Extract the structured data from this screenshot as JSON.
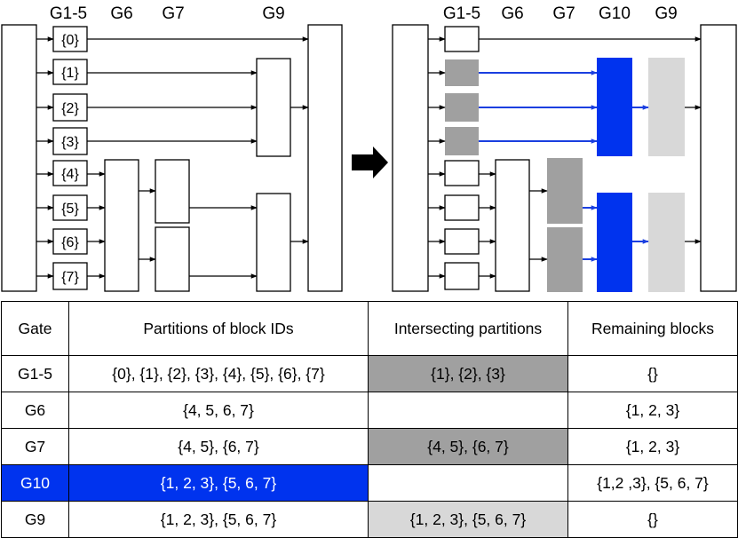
{
  "left_diagram": {
    "headers": [
      "G1-5",
      "G6",
      "G7",
      "G9"
    ],
    "blocks": [
      "{0}",
      "{1}",
      "{2}",
      "{3}",
      "{4}",
      "{5}",
      "{6}",
      "{7}"
    ]
  },
  "right_diagram": {
    "headers": [
      "G1-5",
      "G6",
      "G7",
      "G10",
      "G9"
    ]
  },
  "colors": {
    "intersect_gray": "#a0a0a0",
    "g10_blue": "#0033ee",
    "remaining_light": "#d8d8d8",
    "blue_arrow": "#1a3fe0"
  },
  "table": {
    "headers": [
      "Gate",
      "Partitions of block IDs",
      "Intersecting partitions",
      "Remaining blocks"
    ],
    "rows": [
      {
        "gate": "G1-5",
        "partitions": "{0}, {1}, {2}, {3}, {4}, {5}, {6}, {7}",
        "intersecting": "{1}, {2}, {3}",
        "remaining": "{}"
      },
      {
        "gate": "G6",
        "partitions": "{4, 5, 6, 7}",
        "intersecting": "",
        "remaining": "{1, 2, 3}"
      },
      {
        "gate": "G7",
        "partitions": "{4, 5}, {6, 7}",
        "intersecting": "{4, 5}, {6, 7}",
        "remaining": "{1, 2, 3}"
      },
      {
        "gate": "G10",
        "partitions": "{1, 2, 3}, {5, 6, 7}",
        "intersecting": "",
        "remaining": "{1,2 ,3}, {5, 6, 7}"
      },
      {
        "gate": "G9",
        "partitions": "{1, 2, 3}, {5, 6, 7}",
        "intersecting": "{1, 2, 3}, {5, 6, 7}",
        "remaining": "{}"
      }
    ]
  }
}
